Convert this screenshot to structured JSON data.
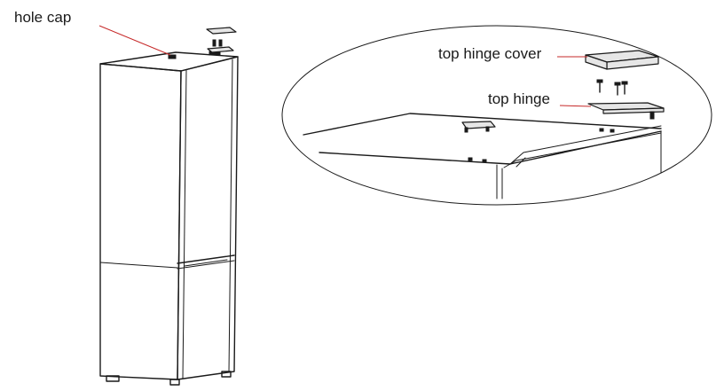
{
  "labels": {
    "hole_cap": "hole cap",
    "top_hinge_cover": "top hinge cover",
    "top_hinge": "top hinge"
  },
  "colors": {
    "leader_line": "#c62828",
    "outline": "#1a1a1a",
    "part_fill": "#e6e6e6"
  }
}
